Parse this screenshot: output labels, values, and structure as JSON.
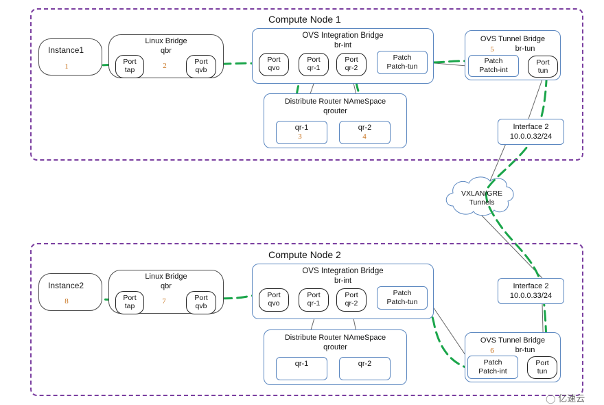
{
  "node1": {
    "title": "Compute Node 1",
    "instance": {
      "label": "Instance1",
      "step": "1"
    },
    "linux_bridge": {
      "title": "Linux  Bridge",
      "name": "qbr",
      "step": "2",
      "port_tap": {
        "l1": "Port",
        "l2": "tap"
      },
      "port_qvb": {
        "l1": "Port",
        "l2": "qvb"
      }
    },
    "integration_bridge": {
      "title": "OVS Integration Bridge",
      "name": "br-int",
      "port_qvo": {
        "l1": "Port",
        "l2": "qvo"
      },
      "port_qr1": {
        "l1": "Port",
        "l2": "qr-1"
      },
      "port_qr2": {
        "l1": "Port",
        "l2": "qr-2"
      },
      "patch": {
        "l1": "Patch",
        "l2": "Patch-tun"
      }
    },
    "router": {
      "title": "Distribute Router NAmeSpace",
      "name": "qrouter",
      "qr1": {
        "label": "qr-1",
        "step": "3"
      },
      "qr2": {
        "label": "qr-2",
        "step": "4"
      }
    },
    "tunnel_bridge": {
      "title": "OVS Tunnel Bridge",
      "name": "br-tun",
      "step": "5",
      "patch": {
        "l1": "Patch",
        "l2": "Patch-int"
      },
      "port_tun": {
        "l1": "Port",
        "l2": "tun"
      }
    },
    "interface": {
      "l1": "Interface 2",
      "l2": "10.0.0.32/24"
    }
  },
  "vxlan": {
    "l1": "VXLAN/GRE",
    "l2": "Tunnels"
  },
  "node2": {
    "title": "Compute Node 2",
    "instance": {
      "label": "Instance2",
      "step": "8"
    },
    "linux_bridge": {
      "title": "Linux  Bridge",
      "name": "qbr",
      "step": "7",
      "port_tap": {
        "l1": "Port",
        "l2": "tap"
      },
      "port_qvb": {
        "l1": "Port",
        "l2": "qvb"
      }
    },
    "integration_bridge": {
      "title": "OVS Integration Bridge",
      "name": "br-int",
      "port_qvo": {
        "l1": "Port",
        "l2": "qvo"
      },
      "port_qr1": {
        "l1": "Port",
        "l2": "qr-1"
      },
      "port_qr2": {
        "l1": "Port",
        "l2": "qr-2"
      },
      "patch": {
        "l1": "Patch",
        "l2": "Patch-tun"
      }
    },
    "router": {
      "title": "Distribute Router NAmeSpace",
      "name": "qrouter",
      "qr1": {
        "label": "qr-1"
      },
      "qr2": {
        "label": "qr-2"
      }
    },
    "tunnel_bridge": {
      "title": "OVS Tunnel Bridge",
      "name": "br-tun",
      "step": "6",
      "patch": {
        "l1": "Patch",
        "l2": "Patch-int"
      },
      "port_tun": {
        "l1": "Port",
        "l2": "tun"
      }
    },
    "interface": {
      "l1": "Interface 2",
      "l2": "10.0.0.33/24"
    }
  },
  "watermark": "亿速云",
  "colors": {
    "frame": "#7b3fa0",
    "box_border": "#5b87c0",
    "flow": "#1aa54a",
    "step_number": "#c8731e"
  }
}
